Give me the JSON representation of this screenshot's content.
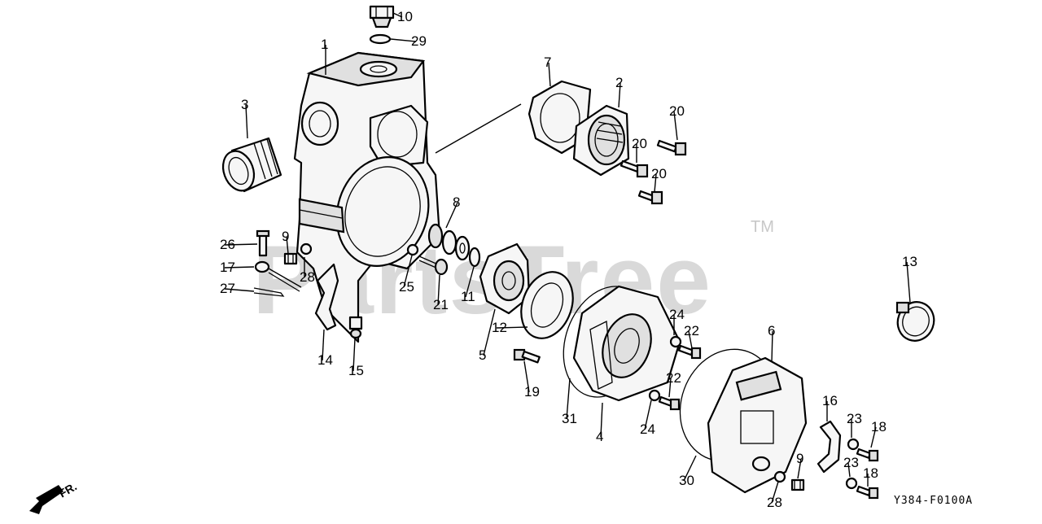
{
  "watermark": {
    "text": "PartsTree",
    "tm": "TM"
  },
  "diagram_code": "Y384-F0100A",
  "front_indicator": "FR.",
  "callouts": [
    {
      "id": "c10a",
      "label": "10"
    },
    {
      "id": "c29",
      "label": "29"
    },
    {
      "id": "c1",
      "label": "1"
    },
    {
      "id": "c7",
      "label": "7"
    },
    {
      "id": "c2",
      "label": "2"
    },
    {
      "id": "c3",
      "label": "3"
    },
    {
      "id": "c20a",
      "label": "20"
    },
    {
      "id": "c20b",
      "label": "20"
    },
    {
      "id": "c20c",
      "label": "20"
    },
    {
      "id": "c8",
      "label": "8"
    },
    {
      "id": "c26",
      "label": "26"
    },
    {
      "id": "c9a",
      "label": "9"
    },
    {
      "id": "c17",
      "label": "17"
    },
    {
      "id": "c28a",
      "label": "28"
    },
    {
      "id": "c27",
      "label": "27"
    },
    {
      "id": "c25",
      "label": "25"
    },
    {
      "id": "c11",
      "label": "11"
    },
    {
      "id": "c21",
      "label": "21"
    },
    {
      "id": "c13",
      "label": "13"
    },
    {
      "id": "c24a",
      "label": "24"
    },
    {
      "id": "c22a",
      "label": "22"
    },
    {
      "id": "c12",
      "label": "12"
    },
    {
      "id": "c5",
      "label": "5"
    },
    {
      "id": "c14",
      "label": "14"
    },
    {
      "id": "c15",
      "label": "15"
    },
    {
      "id": "c19",
      "label": "19"
    },
    {
      "id": "c6",
      "label": "6"
    },
    {
      "id": "c22b",
      "label": "22"
    },
    {
      "id": "c31",
      "label": "31"
    },
    {
      "id": "c4",
      "label": "4"
    },
    {
      "id": "c24b",
      "label": "24"
    },
    {
      "id": "c16",
      "label": "16"
    },
    {
      "id": "c23a",
      "label": "23"
    },
    {
      "id": "c18a",
      "label": "18"
    },
    {
      "id": "c23b",
      "label": "23"
    },
    {
      "id": "c9b",
      "label": "9"
    },
    {
      "id": "c18b",
      "label": "18"
    },
    {
      "id": "c30",
      "label": "30"
    },
    {
      "id": "c28b",
      "label": "28"
    }
  ]
}
